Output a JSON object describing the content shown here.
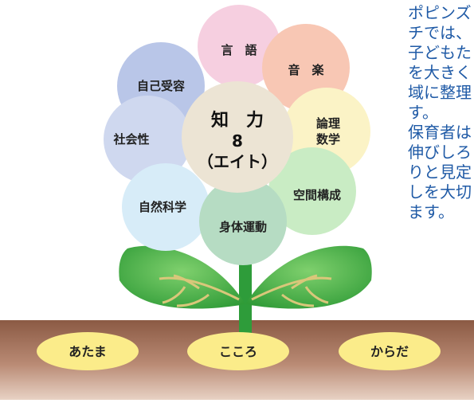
{
  "petals": [
    {
      "key": "gengo",
      "label": "言　語",
      "color": "#f6cfe0"
    },
    {
      "key": "ongaku",
      "label": "音　楽",
      "color": "#f8c7b4"
    },
    {
      "key": "jiko",
      "label": "自己受容",
      "color": "#b9c6e8"
    },
    {
      "key": "shakai",
      "label": "社会性",
      "color": "#cfd8ef"
    },
    {
      "key": "ronri",
      "label": "論理\n数学",
      "color": "#fbf3c6"
    },
    {
      "key": "shizen",
      "label": "自然科学",
      "color": "#d7ecf8"
    },
    {
      "key": "kukan",
      "label": "空間構成",
      "color": "#c9ecc4"
    },
    {
      "key": "shintai",
      "label": "身体運動",
      "color": "#b6dcc3"
    }
  ],
  "center": {
    "line1": "知　力",
    "line2": "8",
    "line3": "（エイト）",
    "color": "#ece4d4"
  },
  "roots": [
    {
      "label": "あたま"
    },
    {
      "label": "こころ"
    },
    {
      "label": "からだ"
    }
  ],
  "paragraph": [
    "ポピンズ",
    "チでは、",
    "子どもた",
    "を大きく",
    "域に整理",
    "す。",
    "保育者は",
    "伸びしろ",
    "りと見定",
    "しを大切",
    "ます。"
  ],
  "colors": {
    "text_blue": "#1f5aa6",
    "soil_top": "#8b5a44",
    "soil_bottom": "#c9a08a",
    "leaf": "#2e9c3a",
    "leaf_light": "#6fc266",
    "stem": "#2e9c3a",
    "root_oval": "#fbec8a"
  }
}
